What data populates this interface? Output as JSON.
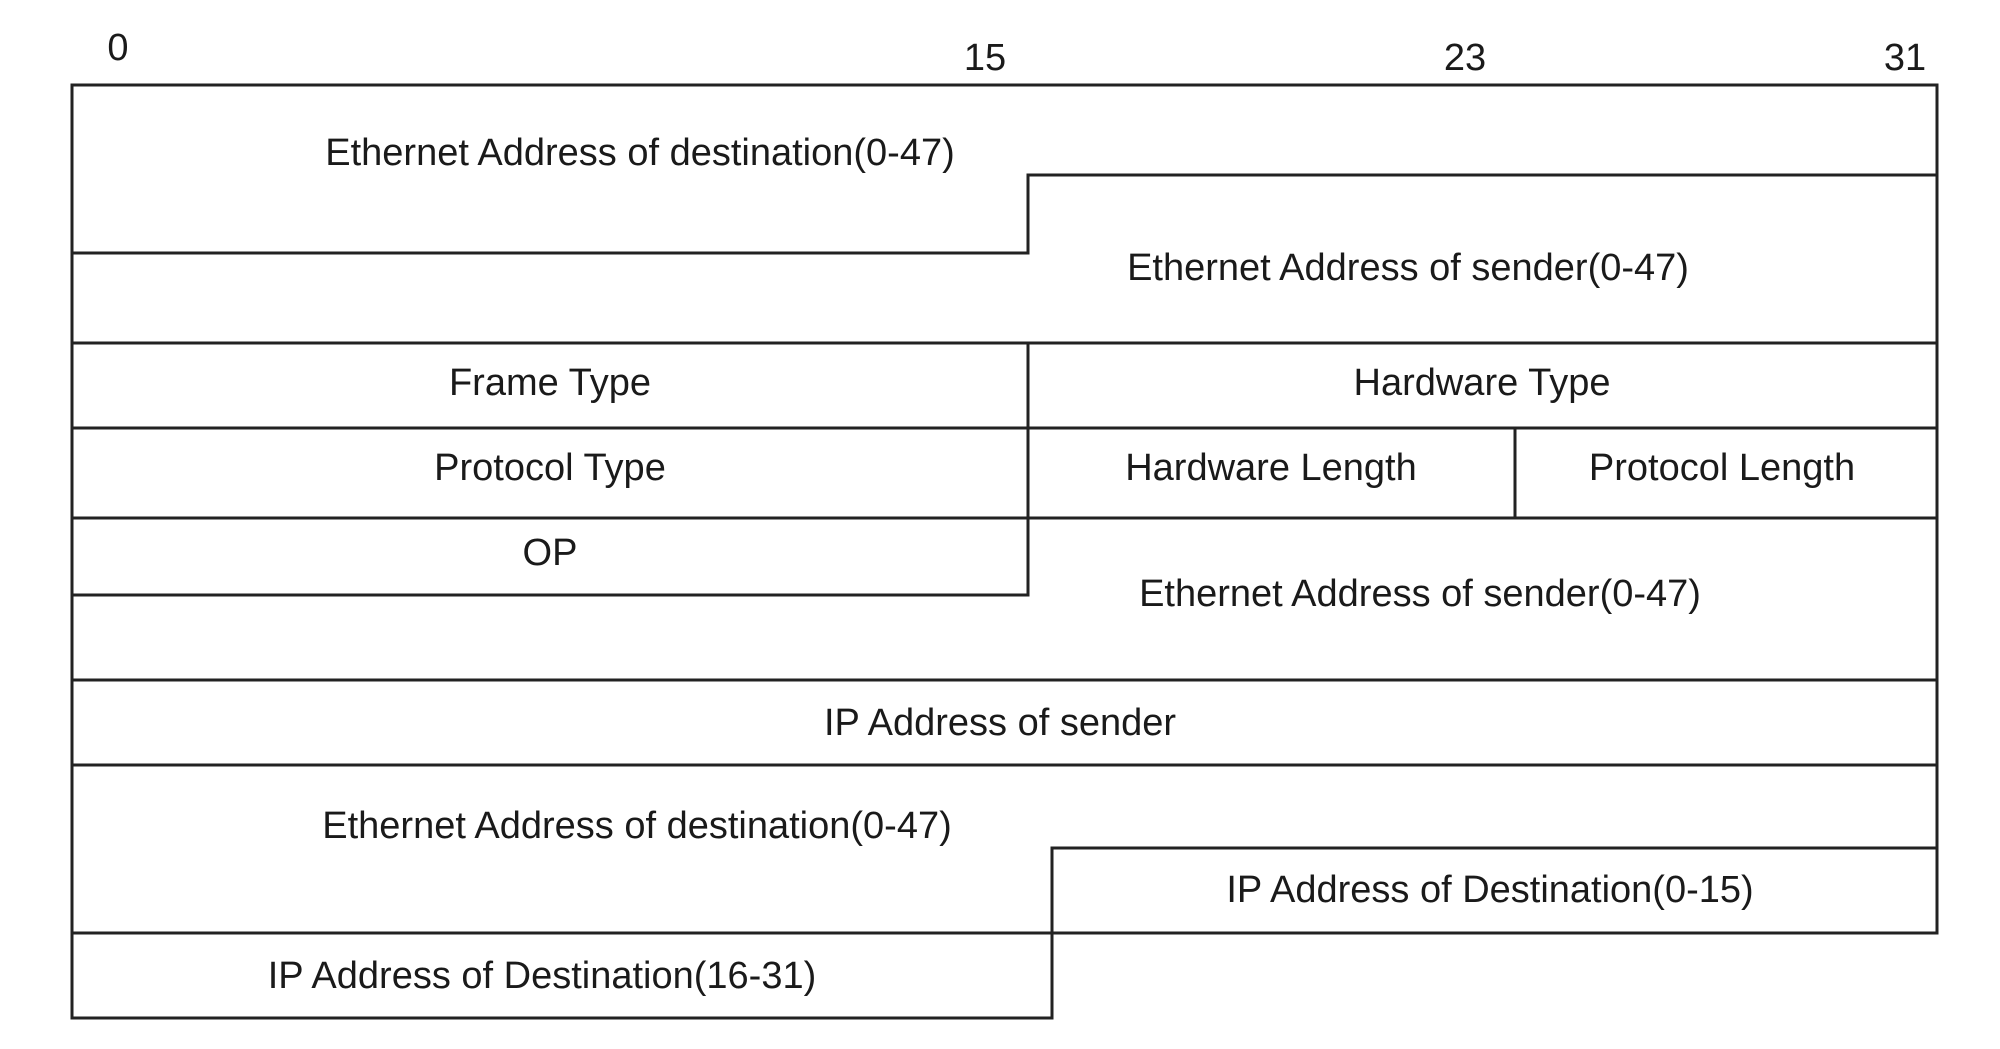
{
  "bit_markers": [
    "0",
    "15",
    "23",
    "31"
  ],
  "fields": {
    "eth_dest_1": "Ethernet Address of destination(0-47)",
    "eth_sender_1": "Ethernet Address of sender(0-47)",
    "frame_type": "Frame Type",
    "hardware_type": "Hardware Type",
    "protocol_type": "Protocol Type",
    "hardware_length": "Hardware Length",
    "protocol_length": "Protocol Length",
    "op": "OP",
    "eth_sender_2": "Ethernet Address of sender(0-47)",
    "ip_sender": "IP Address of sender",
    "eth_dest_2": "Ethernet Address of destination(0-47)",
    "ip_dest_0_15": "IP Address of Destination(0-15)",
    "ip_dest_16_31": "IP Address of Destination(16-31)"
  }
}
